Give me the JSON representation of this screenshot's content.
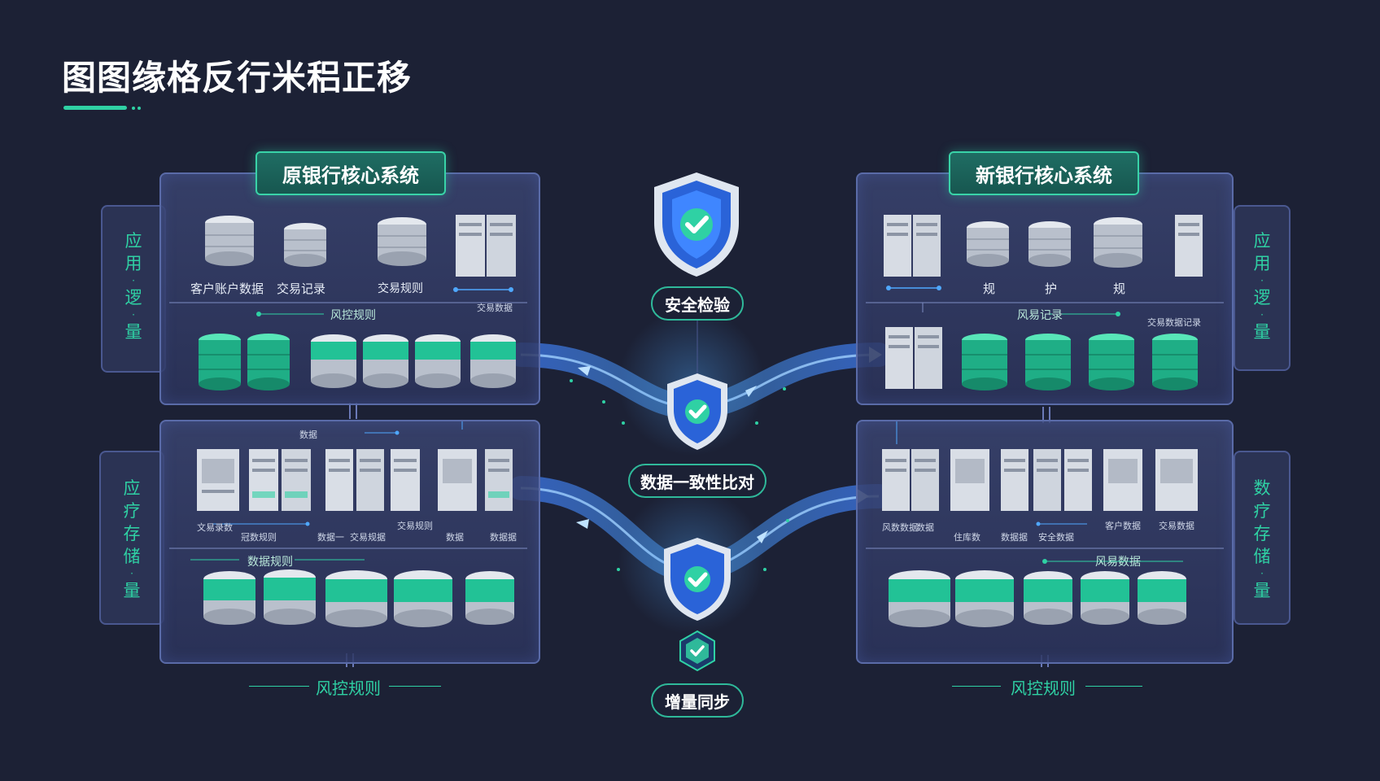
{
  "title": "图图缘格反行米稆正移",
  "colors": {
    "background": "#1c2135",
    "accent": "#2fd1a4",
    "panel": "#3a4470",
    "flow": "#3f7fff"
  },
  "old_system": {
    "name": "原银行核心系统",
    "side_top": [
      "应",
      "用",
      "·",
      "逻",
      "·",
      "量"
    ],
    "side_bottom": [
      "应",
      "疗",
      "存",
      "储",
      "·",
      "量"
    ],
    "top_labels": [
      "客户账户数据",
      "交易记录",
      "交易规则"
    ],
    "top_sub_left": "风控规则",
    "top_sub_right": "交易数据",
    "bottom_tag": "数据规则",
    "bottom_small_top": "数据",
    "bottom_labels": [
      "文易录数",
      "冠数规则",
      "数据一",
      "交易规据",
      "交易规则",
      "数据",
      "数据据"
    ],
    "footer": "风控规则"
  },
  "new_system": {
    "name": "新银行核心系统",
    "side_top": [
      "应",
      "用",
      "·",
      "逻",
      "·",
      "量"
    ],
    "side_bottom": [
      "数",
      "疗",
      "存",
      "储",
      "·",
      "量"
    ],
    "top_labels": [
      "规",
      "护",
      "规"
    ],
    "top_sub_left": "风易记录",
    "top_sub_right": "交易数据记录",
    "bottom_tag": "风易数据",
    "bottom_labels": [
      "风数数据",
      "数据",
      "住库数",
      "数据据",
      "安全数据",
      "客户数据",
      "交易数据"
    ],
    "footer": "风控规则"
  },
  "center": {
    "security_check": "安全检验",
    "consistency": "数据一致性比对",
    "incremental_sync": "增量同步"
  }
}
